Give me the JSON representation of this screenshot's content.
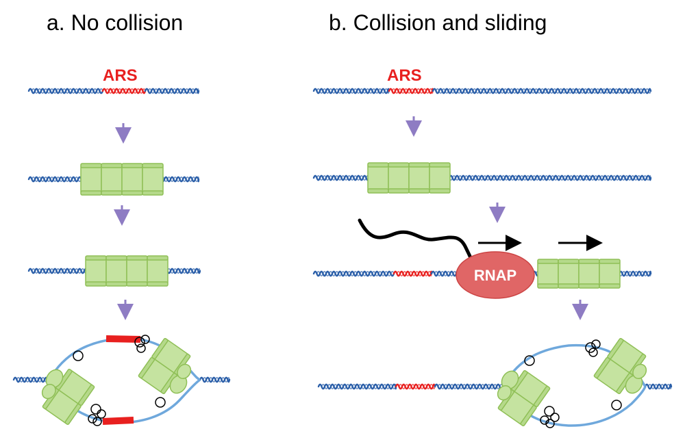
{
  "panels": {
    "a": {
      "title": "a. No collision",
      "ars_label": "ARS"
    },
    "b": {
      "title": "b. Collision and sliding",
      "ars_label": "ARS",
      "rnap_label": "RNAP"
    }
  },
  "colors": {
    "dna": "#2a5ea8",
    "ars": "#e8201f",
    "mcm": "#c5e3a0",
    "rnap": "#e06666",
    "step_arrow": "#8e7cc3",
    "bubble": "#6fa8dc"
  },
  "icons": {
    "mcm": "mcm-helicase-icon",
    "rnap": "rnap-icon",
    "arrow": "down-arrow-icon"
  }
}
